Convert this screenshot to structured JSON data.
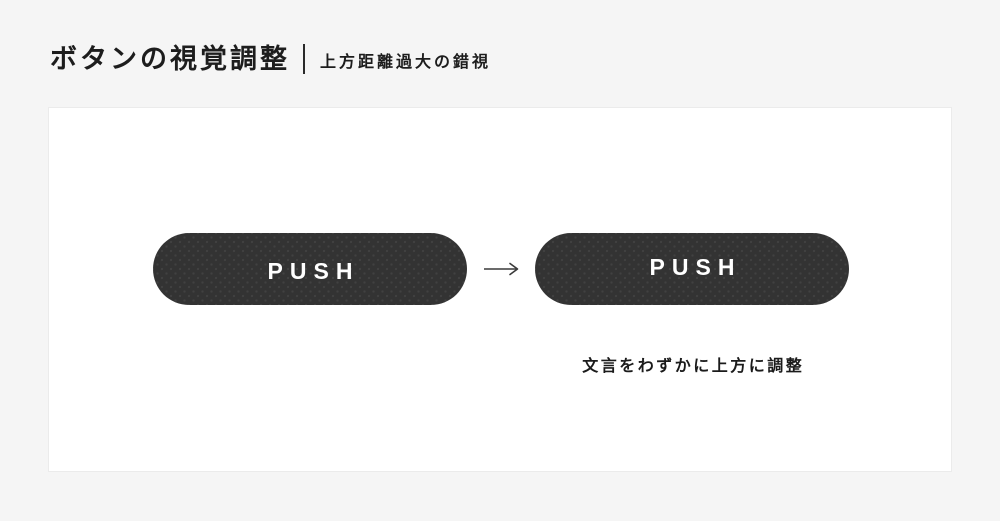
{
  "header": {
    "title": "ボタンの視覚調整",
    "subtitle": "上方距離過大の錯視"
  },
  "diagram": {
    "before_button_label": "PUSH",
    "after_button_label": "PUSH",
    "caption": "文言をわずかに上方に調整"
  },
  "icons": {
    "right_arrow": "long-right-arrow"
  },
  "colors": {
    "page_background": "#f5f5f5",
    "card_background": "#ffffff",
    "card_border": "#ebebeb",
    "button_fill": "#333333",
    "button_text": "#ffffff",
    "heading_text": "#1d1d1d",
    "arrow": "#3a3a3a"
  }
}
